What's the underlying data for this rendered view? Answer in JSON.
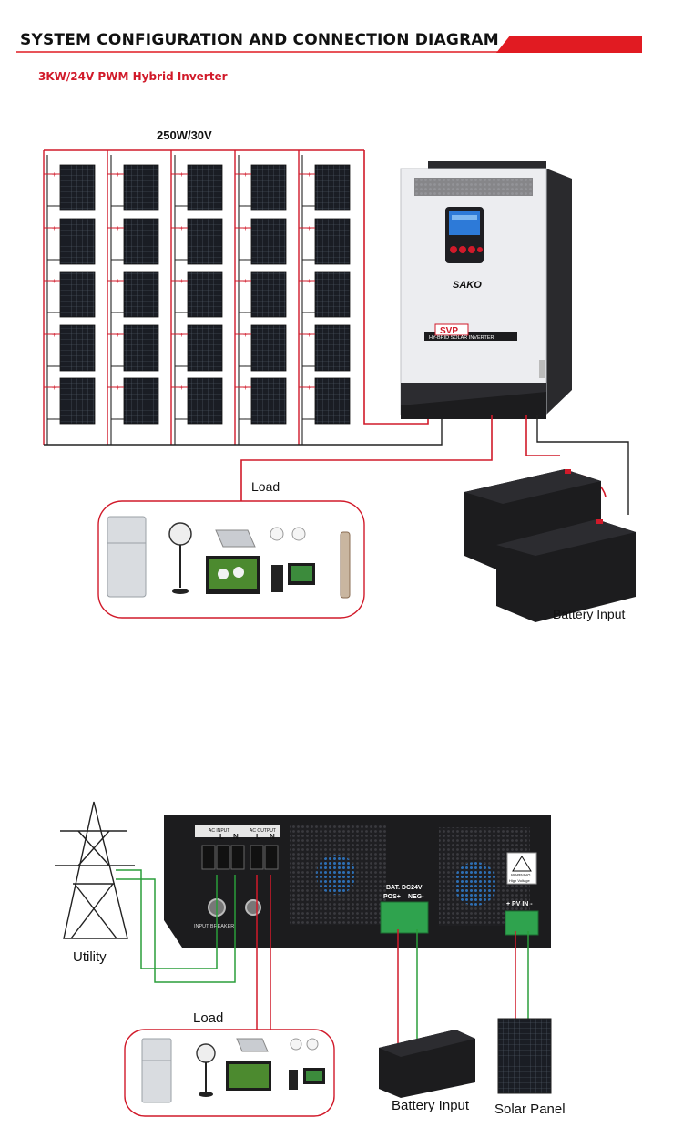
{
  "header": {
    "title": "SYSTEM CONFIGURATION AND CONNECTION DIAGRAM",
    "subtitle": "3KW/24V PWM Hybrid Inverter"
  },
  "top": {
    "panel_rating": "250W/30V",
    "load_label": "Load",
    "battery_label": "Battery Input",
    "inverter_brand": "SAKO",
    "inverter_model": "SVP",
    "inverter_caption": "HY-BRID SOLAR INVERTER"
  },
  "bottom": {
    "utility_label": "Utility",
    "load_label": "Load",
    "battery_label": "Battery Input",
    "solar_label": "Solar Panel",
    "ac_input": "AC INPUT",
    "ac_output": "AC OUTPUT",
    "terminal_l": "L",
    "terminal_n": "N",
    "input_breaker": "INPUT BREAKER",
    "bat_label": "BAT. DC24V",
    "pos": "POS+",
    "neg": "NEG-",
    "pv_in": "+ PV IN -",
    "warning": "WARNING",
    "high_voltage": "High Voltage"
  },
  "colors": {
    "accent_red": "#e11b22",
    "wire_red": "#d11a2a",
    "wire_green": "#2a9d3a",
    "wire_black": "#222222",
    "inverter_body": "#e9e9eb",
    "inverter_dark": "#1c1c1e"
  }
}
